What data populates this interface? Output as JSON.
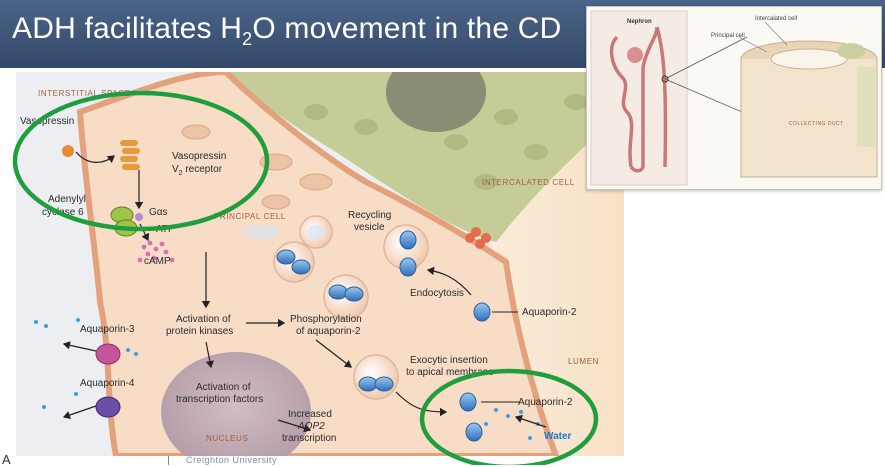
{
  "slide": {
    "title_pre": "ADH facilitates H",
    "title_sub": "2",
    "title_post": "O movement in the CD",
    "footer_letter": "A",
    "footer_text": "Creighton University"
  },
  "figure": {
    "interstitial": "INTERSTITIAL SPACE",
    "intercalated": "INTERCALATED CELL",
    "principal": "PRINCIPAL CELL",
    "lumen": "LUMEN",
    "nucleus": "NUCLEUS",
    "vasopressin": "Vasopressin",
    "receptor_1": "Vasopressin",
    "receptor_2": "V",
    "receptor_2_sub": "2",
    "receptor_2_post": " receptor",
    "adenylyl_1": "Adenylyl",
    "adenylyl_2": "cyclase 6",
    "gas": "Gαs",
    "atp": "ATP",
    "camp": "cAMP",
    "recycling_1": "Recycling",
    "recycling_2": "vesicle",
    "endocytosis": "Endocytosis",
    "aqp2_top": "Aquaporin-2",
    "aqp3": "Aquaporin-3",
    "aqp4": "Aquaporin-4",
    "pk_1": "Activation of",
    "pk_2": "protein kinases",
    "phos_1": "Phosphorylation",
    "phos_2": "of aquaporin-2",
    "exo_1": "Exocytic insertion",
    "exo_2": "to apical membrane",
    "aqp2_bottom": "Aquaporin-2",
    "water": "Water",
    "tf_1": "Activation of",
    "tf_2": "transcription factors",
    "inc_1": "Increased",
    "inc_2": "AQP2",
    "inc_3": "transcription"
  },
  "inset": {
    "nephron": "Nephron",
    "intercalated_cell": "Intercalated cell",
    "principal_cell": "Principal cell",
    "collecting_duct": "COLLECTING DUCT"
  },
  "colors": {
    "title_bar": "#3d5479",
    "highlight": "#1e9e3c",
    "cell": "#f6d8bf",
    "membrane": "#e8a983",
    "intercalated": "#c9cf9c",
    "aquaporin": "#3f7fc6"
  }
}
